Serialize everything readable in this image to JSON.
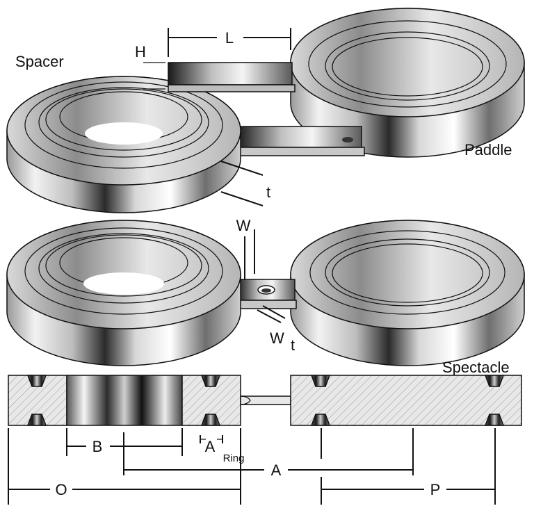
{
  "labels": {
    "spacer": "Spacer",
    "paddle": "Paddle",
    "spectacle": "Spectacle",
    "dim_L": "L",
    "dim_H": "H",
    "dim_t": "t",
    "dim_W": "W",
    "dim_Wt_main": "W",
    "dim_Wt_sub": "t",
    "dim_B": "B",
    "dim_Aring_main": "A",
    "dim_Aring_sub": "Ring",
    "dim_A": "A",
    "dim_O": "O",
    "dim_P": "P"
  }
}
